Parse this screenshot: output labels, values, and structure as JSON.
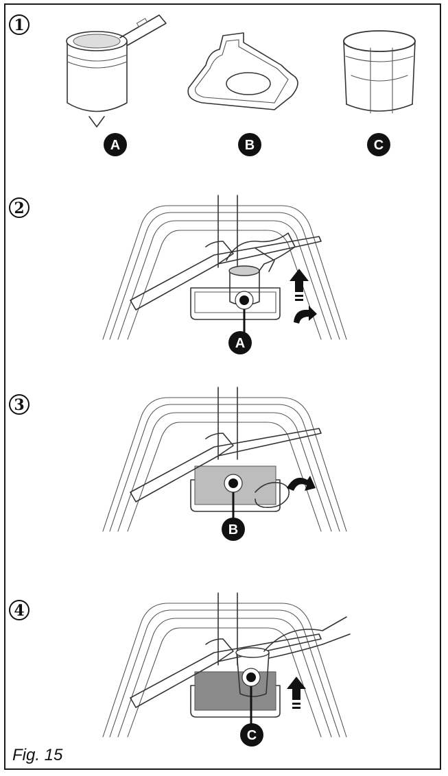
{
  "steps": [
    {
      "number": "1",
      "labels": [
        "A",
        "B",
        "C"
      ]
    },
    {
      "number": "2",
      "label": "A"
    },
    {
      "number": "3",
      "label": "B"
    },
    {
      "number": "4",
      "label": "C"
    }
  ],
  "caption": "Fig. 15",
  "colors": {
    "ink": "#111111",
    "filter_shade": "#bdbdbd",
    "filter_dark": "#8a8a8a"
  }
}
